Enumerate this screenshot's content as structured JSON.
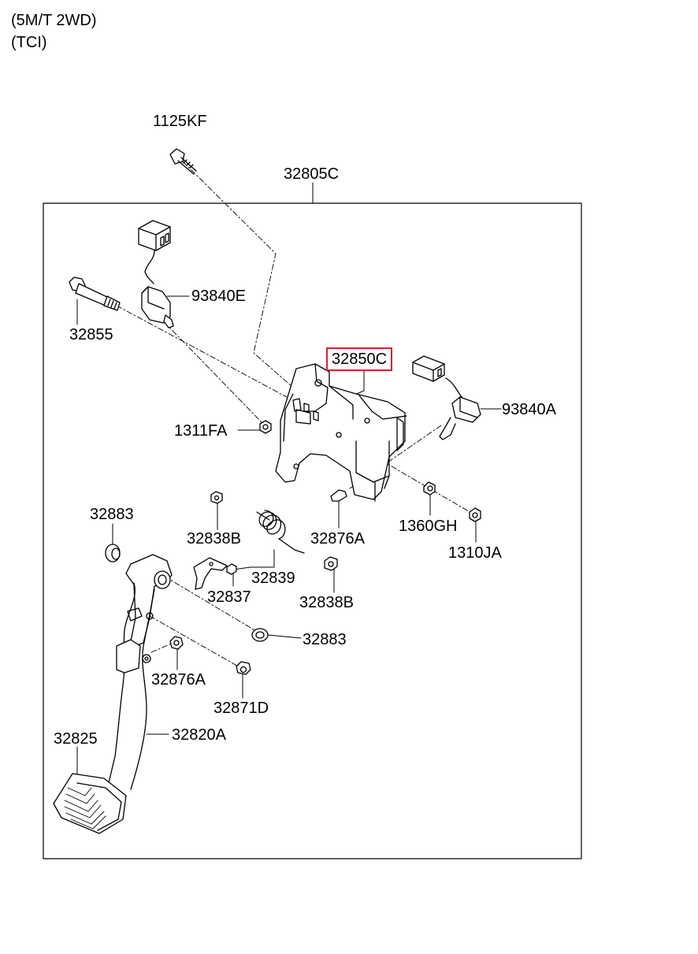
{
  "header": {
    "variant": "(5M/T 2WD)",
    "engine": "(TCI)"
  },
  "highlight_color": "#d8202a",
  "parts": {
    "p1125KF": "1125KF",
    "p32805C": "32805C",
    "p93840E": "93840E",
    "p32855": "32855",
    "p32850C": "32850C",
    "p93840A": "93840A",
    "p1311FA": "1311FA",
    "p32883_top": "32883",
    "p32838B_top": "32838B",
    "p32876A_top": "32876A",
    "p1360GH": "1360GH",
    "p1310JA": "1310JA",
    "p32839": "32839",
    "p32837": "32837",
    "p32838B_bot": "32838B",
    "p32883_bot": "32883",
    "p32876A_bot": "32876A",
    "p32871D": "32871D",
    "p32825": "32825",
    "p32820A": "32820A"
  }
}
